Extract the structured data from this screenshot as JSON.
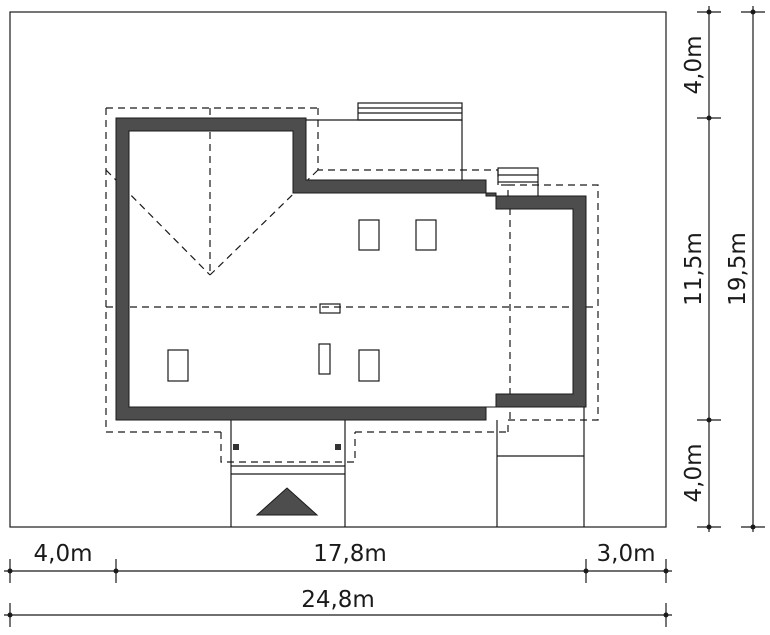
{
  "dimensions": {
    "bottom": {
      "left_setback": "4,0m",
      "building_width": "17,8m",
      "right_setback": "3,0m",
      "total_width": "24,8m"
    },
    "right": {
      "top_setback": "4,0m",
      "building_depth": "11,5m",
      "bottom_setback": "4,0m",
      "total_depth": "19,5m"
    }
  },
  "colors": {
    "wall": "#4d4d4d",
    "line": "#1a1a1a",
    "background": "#ffffff"
  }
}
